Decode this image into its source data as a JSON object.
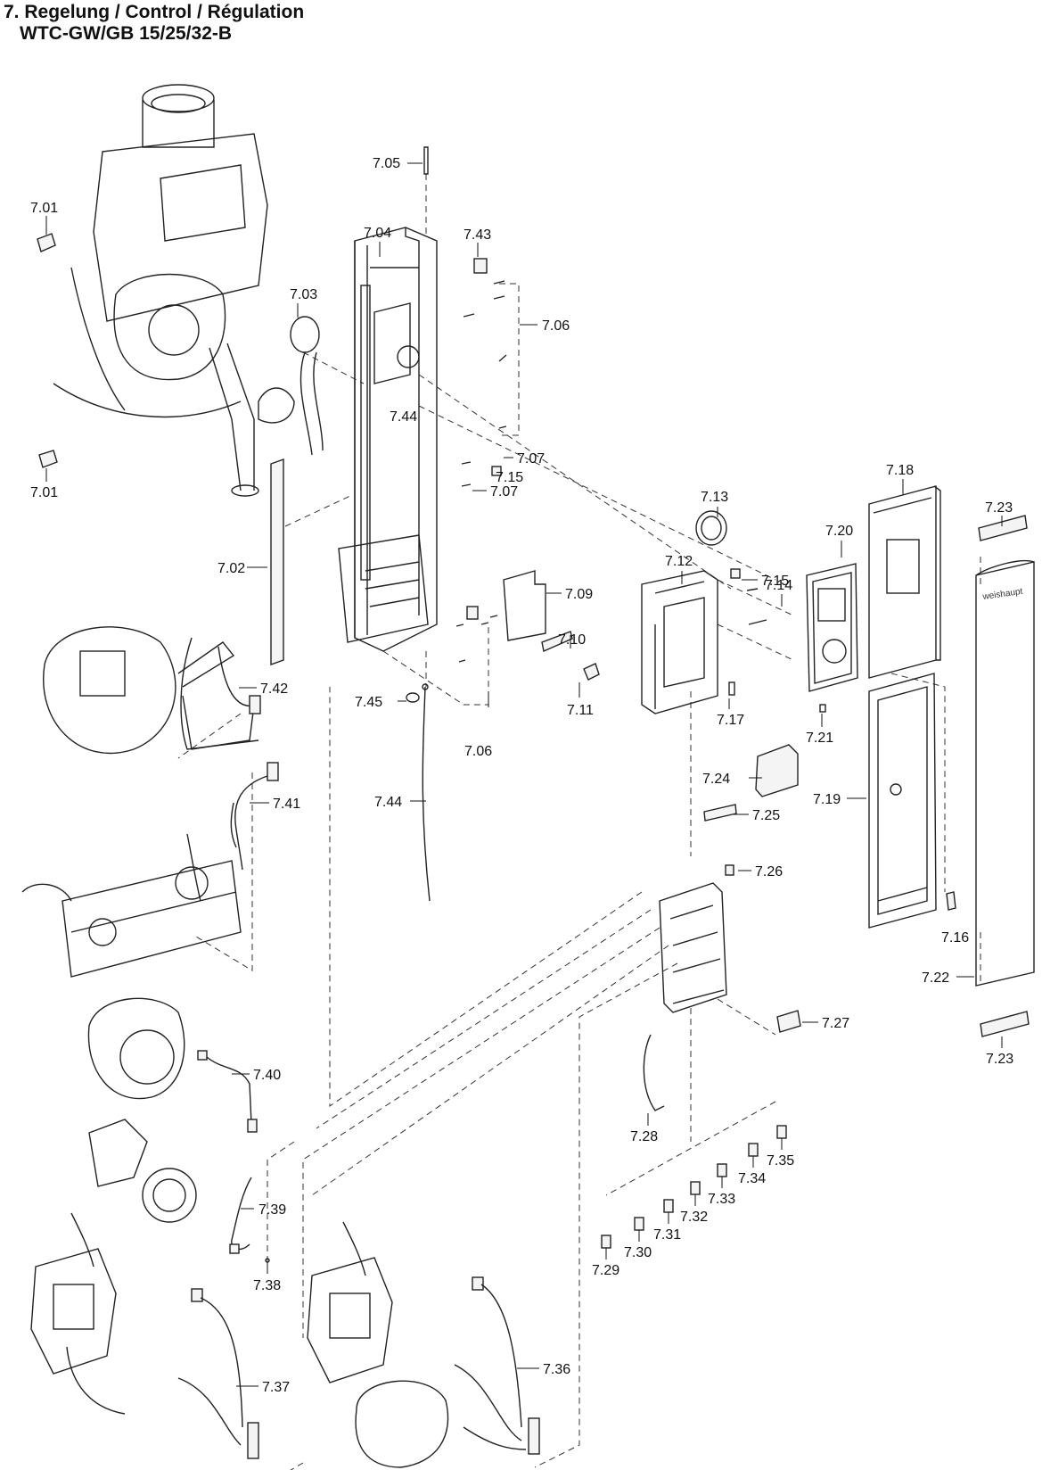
{
  "header": {
    "title": "7. Regelung / Control / Régulation",
    "subtitle": "WTC-GW/GB 15/25/32-B"
  },
  "brand": {
    "logo_text": "weishaupt"
  },
  "parts": [
    {
      "id": "p701a",
      "label": "7.01"
    },
    {
      "id": "p701b",
      "label": "7.01"
    },
    {
      "id": "p702",
      "label": "7.02"
    },
    {
      "id": "p703",
      "label": "7.03"
    },
    {
      "id": "p704",
      "label": "7.04"
    },
    {
      "id": "p705",
      "label": "7.05"
    },
    {
      "id": "p706a",
      "label": "7.06"
    },
    {
      "id": "p706b",
      "label": "7.06"
    },
    {
      "id": "p707a",
      "label": "7.07"
    },
    {
      "id": "p707b",
      "label": "7.07"
    },
    {
      "id": "p709",
      "label": "7.09"
    },
    {
      "id": "p710",
      "label": "7.10"
    },
    {
      "id": "p711",
      "label": "7.11"
    },
    {
      "id": "p712",
      "label": "7.12"
    },
    {
      "id": "p713",
      "label": "7.13"
    },
    {
      "id": "p714",
      "label": "7.14"
    },
    {
      "id": "p715a",
      "label": "7.15"
    },
    {
      "id": "p715b",
      "label": "7.15"
    },
    {
      "id": "p716",
      "label": "7.16"
    },
    {
      "id": "p717",
      "label": "7.17"
    },
    {
      "id": "p718",
      "label": "7.18"
    },
    {
      "id": "p719",
      "label": "7.19"
    },
    {
      "id": "p720",
      "label": "7.20"
    },
    {
      "id": "p721",
      "label": "7.21"
    },
    {
      "id": "p722",
      "label": "7.22"
    },
    {
      "id": "p723a",
      "label": "7.23"
    },
    {
      "id": "p723b",
      "label": "7.23"
    },
    {
      "id": "p724",
      "label": "7.24"
    },
    {
      "id": "p725",
      "label": "7.25"
    },
    {
      "id": "p726",
      "label": "7.26"
    },
    {
      "id": "p727",
      "label": "7.27"
    },
    {
      "id": "p728",
      "label": "7.28"
    },
    {
      "id": "p729",
      "label": "7.29"
    },
    {
      "id": "p730",
      "label": "7.30"
    },
    {
      "id": "p731",
      "label": "7.31"
    },
    {
      "id": "p732",
      "label": "7.32"
    },
    {
      "id": "p733",
      "label": "7.33"
    },
    {
      "id": "p734",
      "label": "7.34"
    },
    {
      "id": "p735",
      "label": "7.35"
    },
    {
      "id": "p736",
      "label": "7.36"
    },
    {
      "id": "p737",
      "label": "7.37"
    },
    {
      "id": "p738",
      "label": "7.38"
    },
    {
      "id": "p739",
      "label": "7.39"
    },
    {
      "id": "p740",
      "label": "7.40"
    },
    {
      "id": "p741",
      "label": "7.41"
    },
    {
      "id": "p742",
      "label": "7.42"
    },
    {
      "id": "p743",
      "label": "7.43"
    },
    {
      "id": "p744a",
      "label": "7.44"
    },
    {
      "id": "p744b",
      "label": "7.44"
    },
    {
      "id": "p745",
      "label": "7.45"
    }
  ]
}
